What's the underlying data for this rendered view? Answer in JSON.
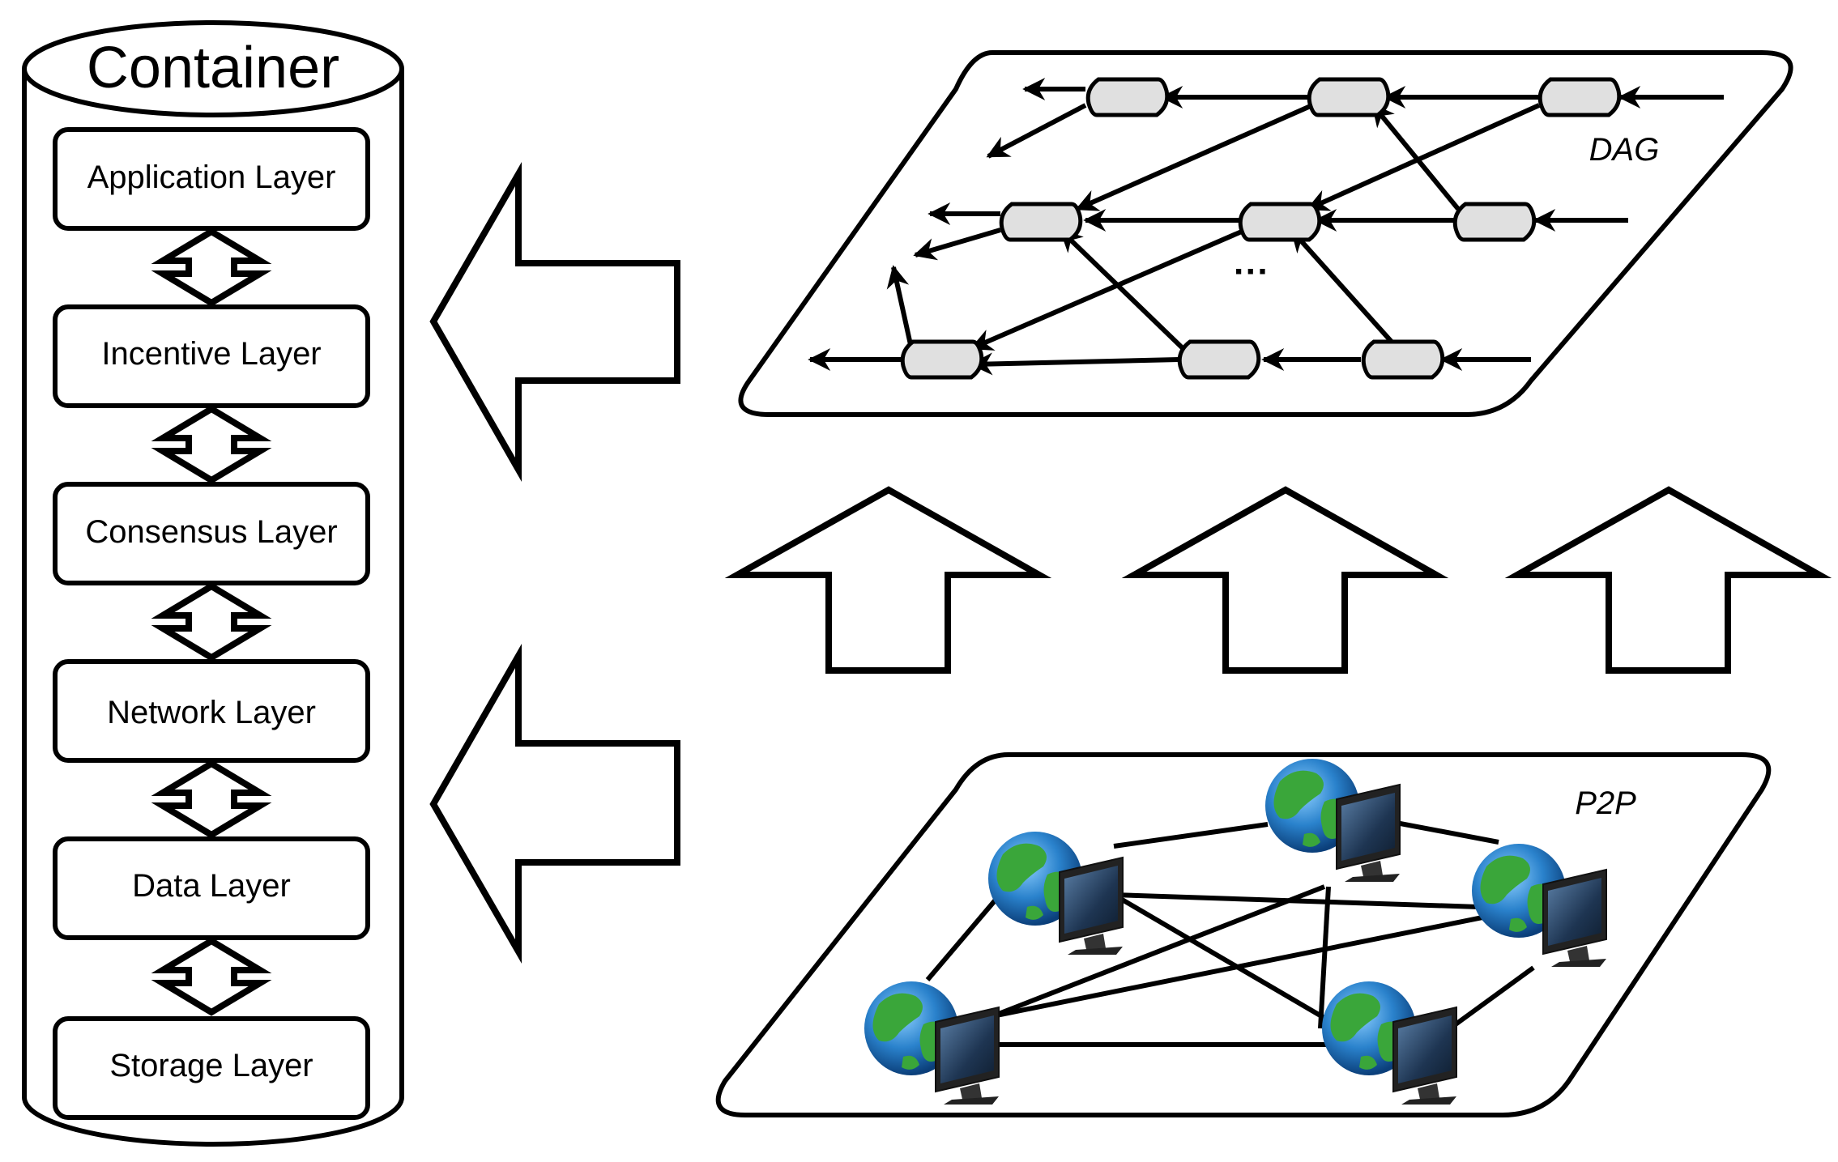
{
  "container": {
    "title": "Container",
    "layers": [
      "Application Layer",
      "Incentive Layer",
      "Consensus Layer",
      "Network Layer",
      "Data Layer",
      "Storage Layer"
    ]
  },
  "dag": {
    "label": "DAG",
    "ellipsis": "···"
  },
  "p2p": {
    "label": "P2P"
  },
  "colors": {
    "line": "#000000",
    "node_fill": "#e0e0e0",
    "ocean": "#1f6fb5",
    "land": "#3aa63a",
    "screen": "#2c3e57"
  }
}
